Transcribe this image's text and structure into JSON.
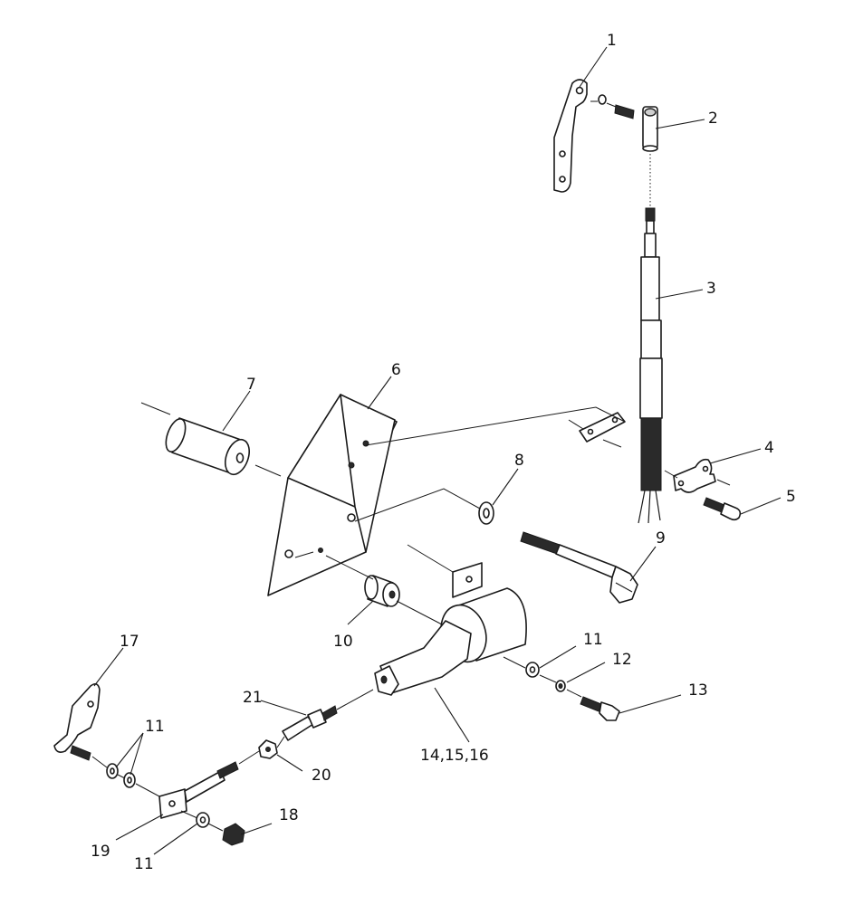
{
  "callouts": {
    "c1": "1",
    "c2": "2",
    "c3": "3",
    "c4": "4",
    "c5": "5",
    "c6": "6",
    "c7": "7",
    "c8": "8",
    "c9": "9",
    "c10": "10",
    "c11a": "11",
    "c11b": "11",
    "c11c": "11",
    "c12": "12",
    "c13": "13",
    "c14": "14,15,16",
    "c17": "17",
    "c18": "18",
    "c19": "19",
    "c20": "20",
    "c21": "21"
  }
}
